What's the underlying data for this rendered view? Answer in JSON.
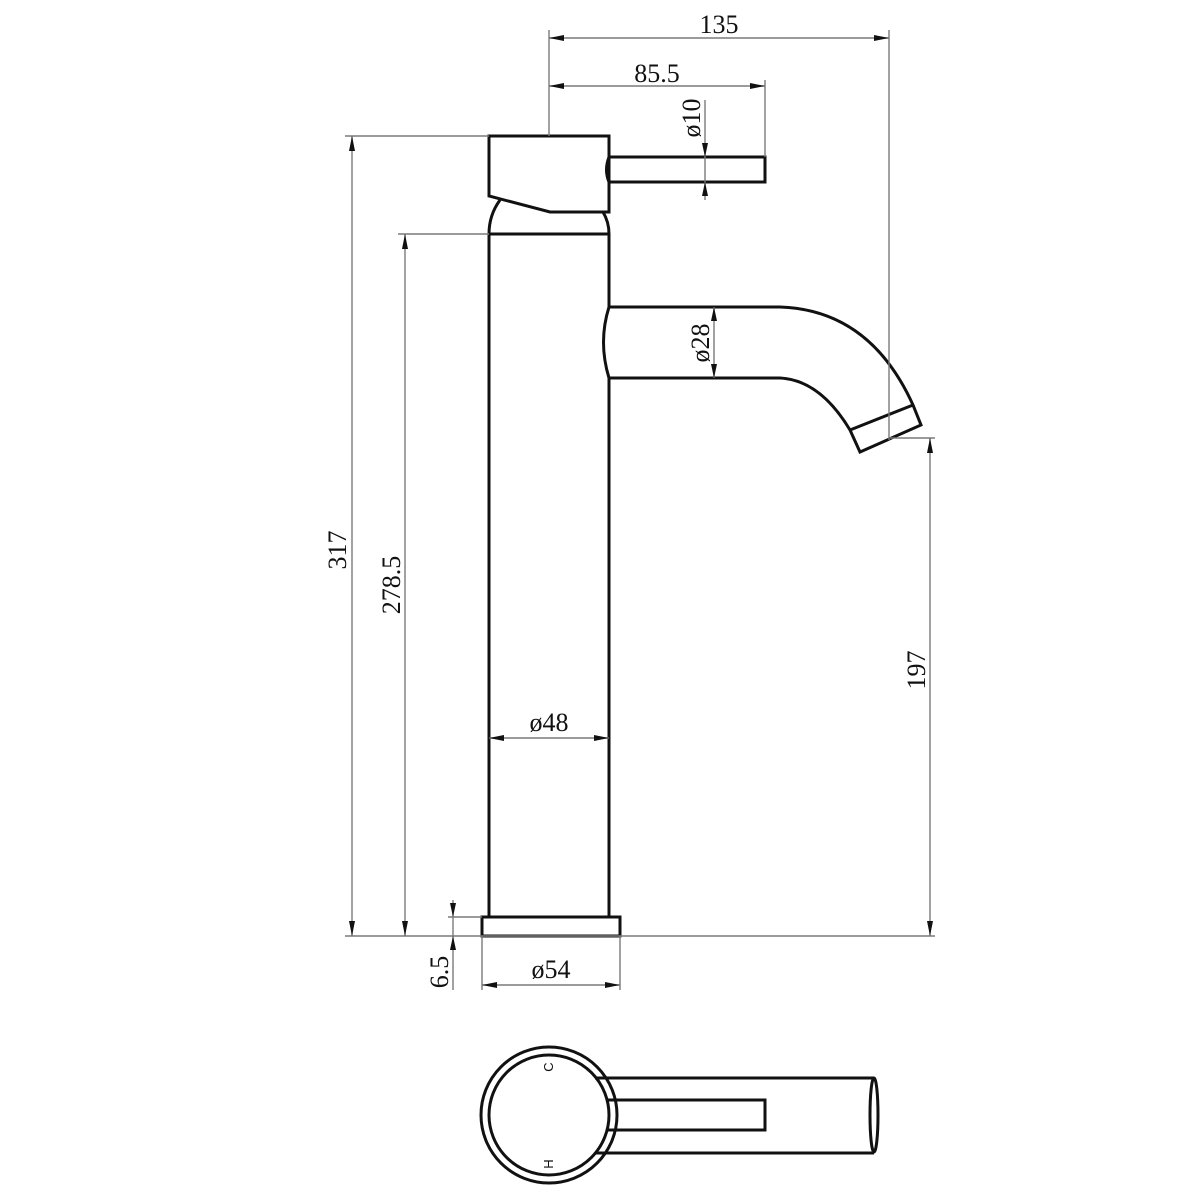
{
  "drawing": {
    "subject": "tall basin mixer faucet",
    "views": [
      "side-elevation",
      "plan-top"
    ],
    "stroke_color": "#111111",
    "dimension_color": "#7a7a7a",
    "background": "#ffffff"
  },
  "dimensions": {
    "overall_reach": "135",
    "handle_reach": "85.5",
    "handle_diameter": "ø10",
    "spout_diameter": "ø28",
    "overall_height": "317",
    "body_height": "278.5",
    "spout_height": "197",
    "body_diameter": "ø48",
    "base_height": "6.5",
    "base_diameter": "ø54"
  },
  "plan_view": {
    "cold_marker": "C",
    "hot_marker": "H"
  }
}
